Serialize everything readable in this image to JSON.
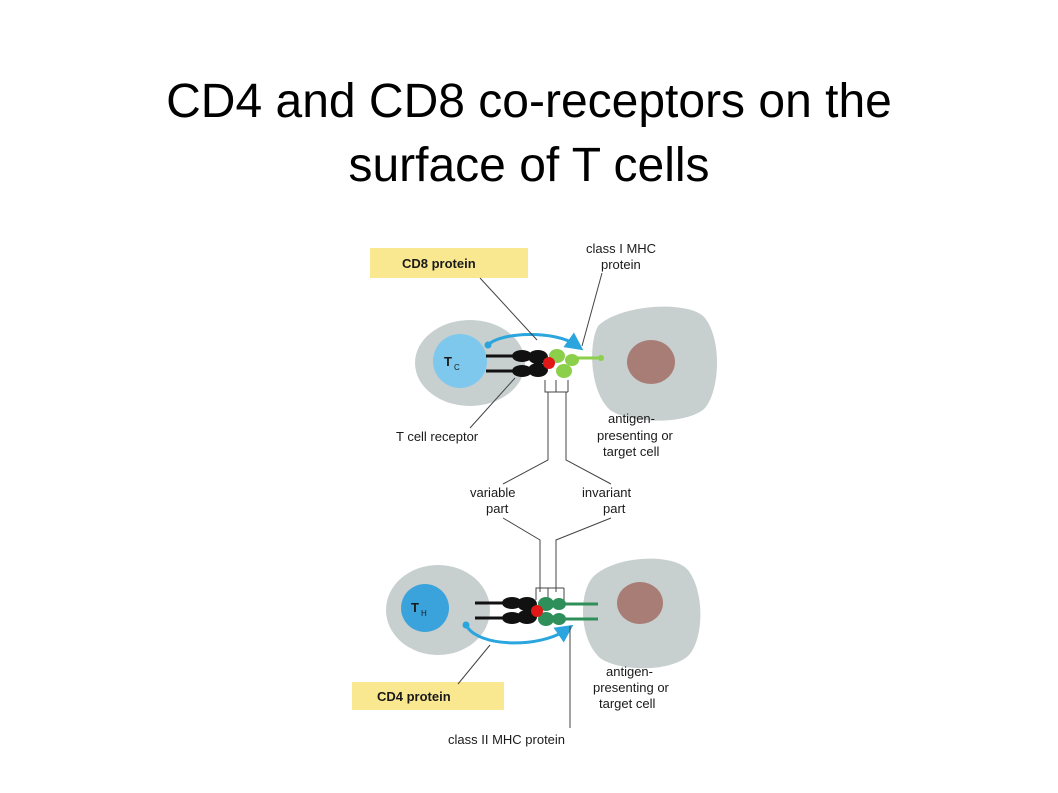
{
  "slide": {
    "title_line1": "CD4 and CD8 co-receptors on the",
    "title_line2": "surface of T cells"
  },
  "diagram": {
    "top": {
      "tc_main": "T",
      "tc_sub": "C",
      "cd8_label": "CD8 protein",
      "mhc1_line1": "class I MHC",
      "mhc1_line2": "protein",
      "tcr_label": "T cell receptor",
      "apc_line1": "antigen-",
      "apc_line2": "presenting or",
      "apc_line3": "target cell"
    },
    "middle": {
      "variable_line1": "variable",
      "variable_line2": "part",
      "invariant_line1": "invariant",
      "invariant_line2": "part"
    },
    "bottom": {
      "th_main": "T",
      "th_sub": "H",
      "cd4_label": "CD4 protein",
      "mhc2_label": "class II MHC protein",
      "apc_line1": "antigen-",
      "apc_line2": "presenting or",
      "apc_line3": "target cell"
    },
    "colors": {
      "cell_fill": "#c8cfcf",
      "tc_nucleus": "#7ec8ee",
      "th_nucleus": "#3ba3dc",
      "apc_nucleus": "#a87d76",
      "cd_protein": "#2aa5de",
      "mhc1": "#8ccf4a",
      "mhc2": "#2f8f5a",
      "antigen": "#e01818",
      "label_box": "#fae890"
    }
  }
}
